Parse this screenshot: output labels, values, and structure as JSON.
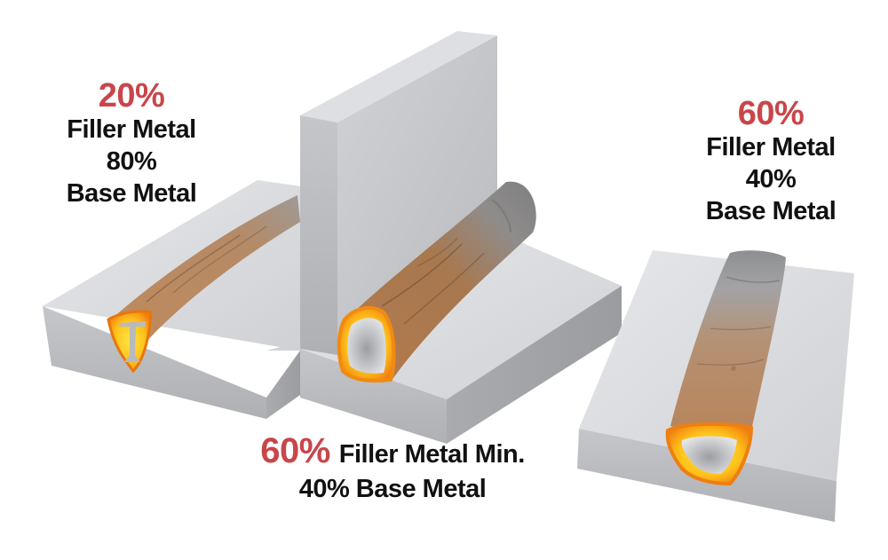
{
  "colors": {
    "accent_red": "#c8464a",
    "text": "#111111",
    "metal_top": "#dcdde0",
    "metal_front": "#b9bbbf",
    "metal_side": "#a4a6aa",
    "weld_bronze": "#b58157",
    "weld_gray": "#8e8f92",
    "heat_orange": "#f39a1e",
    "heat_yellow": "#ffd21e"
  },
  "welds": [
    {
      "id": "left",
      "type": "groove-weld-partial",
      "filler_pct_label": "20%",
      "filler_label": "Filler Metal",
      "base_pct_label": "80%",
      "base_label": "Base Metal"
    },
    {
      "id": "center",
      "type": "fillet-weld",
      "filler_pct_label": "60%",
      "filler_label": "Filler Metal Min.",
      "base_label": "40% Base Metal"
    },
    {
      "id": "right",
      "type": "groove-weld-full",
      "filler_pct_label": "60%",
      "filler_label": "Filler Metal",
      "base_pct_label": "40%",
      "base_label": "Base Metal"
    }
  ]
}
